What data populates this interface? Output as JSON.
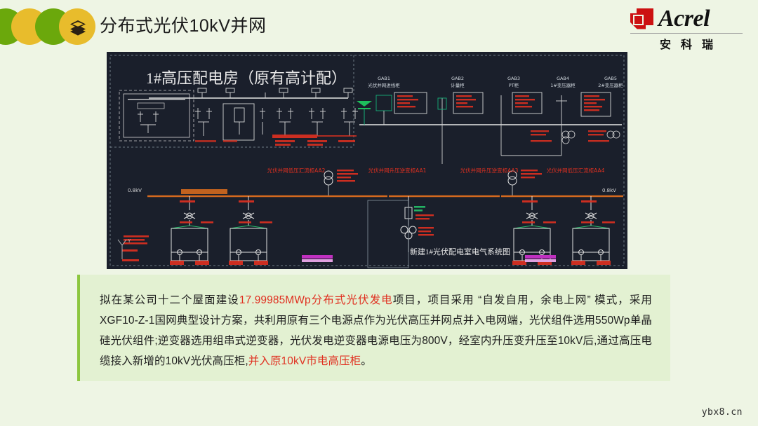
{
  "header": {
    "title": "分布式光伏10kV并网",
    "icon": "layers-icon",
    "decor_colors": [
      "#6BA80C",
      "#E8BC2C",
      "#6BA80C",
      "#E8BC2C"
    ]
  },
  "logo": {
    "word": "Acrel",
    "chinese": "安科瑞",
    "mark_color": "#CC1111"
  },
  "diagram": {
    "title": "1#高压配电房（原有高计配）",
    "footer_title": "新建1#光伏配电室电气系统图",
    "background": "#1A1F2B",
    "cabinet_codes": [
      "GAB1",
      "GAB2",
      "GAB3",
      "GAB4",
      "GAB5"
    ],
    "cabinet_labels": [
      "光伏并网进线柜",
      "计量柜",
      "PT柜",
      "1#变压器柜",
      "2#变压器柜"
    ],
    "bus_labels": [
      "光伏并网低压汇流柜AA2",
      "光伏并网升压逆变柜AA1",
      "光伏并网升压逆变柜AA3",
      "光伏并网低压汇流柜AA4"
    ],
    "voltage_left": "0.8kV",
    "voltage_right": "0.8kV",
    "axis_label": "Y"
  },
  "body": {
    "segments": [
      {
        "text": "拟在某公司十二个屋面建设",
        "highlight": false
      },
      {
        "text": "17.99985MWp分布式光伏发电",
        "highlight": true
      },
      {
        "text": "项目，项目采用 “自发自用，余电上网” 模式，采用XGF10-Z-1国网典型设计方案，共利用原有三个电源点作为光伏高压并网点并入电网端，光伏组件选用550Wp单晶硅光伏组件;逆变器选用组串式逆变器，光伏发电逆变器电源电压为800V，经室内升压变升压至10kV后,通过高压电缆接入新增的10kV光伏高压柜,",
        "highlight": false
      },
      {
        "text": "并入原10kV市电高压柜",
        "highlight": true
      },
      {
        "text": "。",
        "highlight": false
      }
    ],
    "accent_color": "#E03020",
    "background": "#E3F1D2",
    "border_color": "#8CC63F"
  },
  "watermark": {
    "text": "ybx8.cn"
  }
}
